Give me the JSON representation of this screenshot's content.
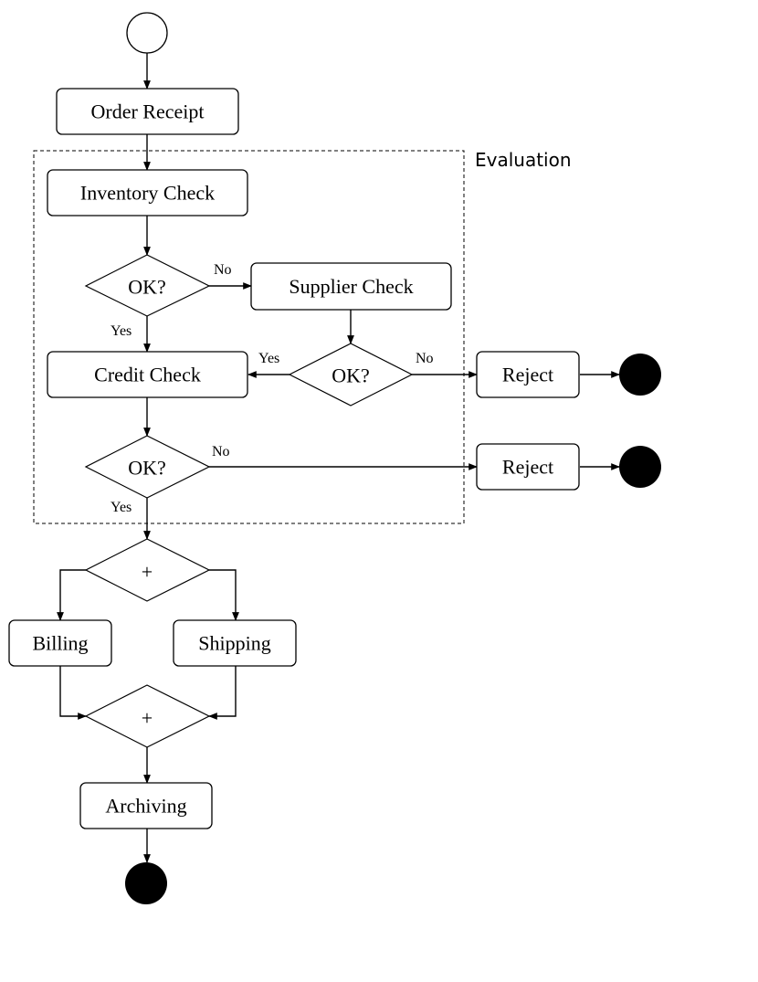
{
  "group": {
    "label": "Evaluation"
  },
  "nodes": {
    "order_receipt": "Order Receipt",
    "inventory_check": "Inventory Check",
    "inventory_ok": "OK?",
    "supplier_check": "Supplier Check",
    "supplier_ok": "OK?",
    "credit_check": "Credit Check",
    "credit_ok": "OK?",
    "reject_1": "Reject",
    "reject_2": "Reject",
    "fork": "+",
    "billing": "Billing",
    "shipping": "Shipping",
    "join": "+",
    "archiving": "Archiving"
  },
  "edge_labels": {
    "inventory_no": "No",
    "inventory_yes": "Yes",
    "supplier_yes": "Yes",
    "supplier_no": "No",
    "credit_no": "No",
    "credit_yes": "Yes"
  }
}
